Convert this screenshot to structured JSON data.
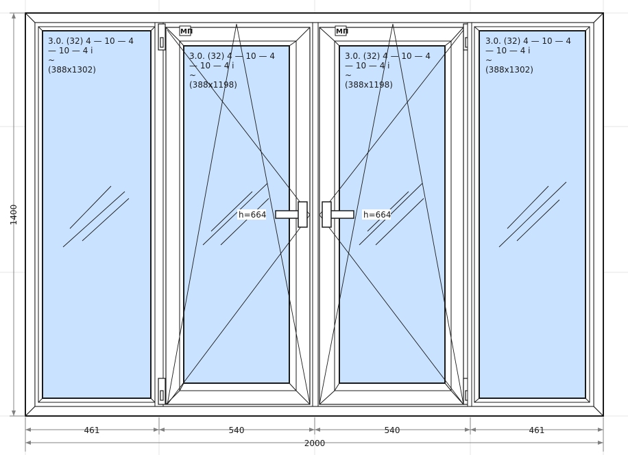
{
  "colors": {
    "frame_fill": "#ffffff",
    "frame_stroke": "#1a1a1a",
    "glass_fill": "#c9e2ff",
    "grid": "#e4e4e4",
    "dim_line": "#808080"
  },
  "dimensions": {
    "overall_width": "2000",
    "overall_height": "1400",
    "sections": [
      "461",
      "540",
      "540",
      "461"
    ]
  },
  "panes": [
    {
      "type": "fixed",
      "glass_line1": "3.0. (32)   4 — 10 — 4",
      "glass_line2": "— 10 — 4 i",
      "glass_line3": "~",
      "glass_size": "(388x1302)"
    },
    {
      "type": "tilt-turn",
      "mp_label": "МП",
      "handle_height": "h=664",
      "glass_line1": "3.0. (32)   4 — 10 — 4",
      "glass_line2": "— 10 — 4 i",
      "glass_line3": "~",
      "glass_size": "(388x1198)"
    },
    {
      "type": "tilt-turn",
      "mp_label": "МП",
      "handle_height": "h=664",
      "glass_line1": "3.0. (32)   4 — 10 — 4",
      "glass_line2": "— 10 — 4 i",
      "glass_line3": "~",
      "glass_size": "(388x1198)"
    },
    {
      "type": "fixed",
      "glass_line1": "3.0. (32)   4 — 10 — 4",
      "glass_line2": "— 10 — 4 i",
      "glass_line3": "~",
      "glass_size": "(388x1302)"
    }
  ]
}
